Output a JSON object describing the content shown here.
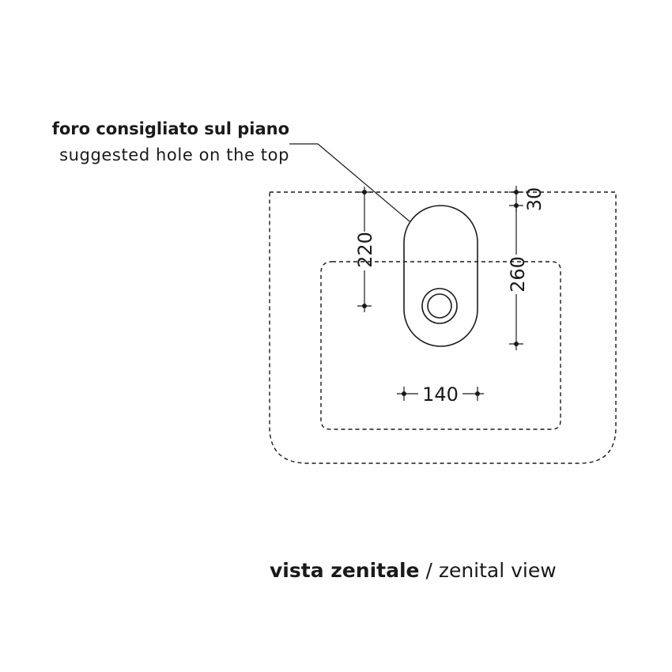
{
  "callout": {
    "title_it": "foro consigliato sul piano",
    "title_en": "suggested hole on the top"
  },
  "dimensions": {
    "height_hole": "220",
    "top_offset": "30",
    "total_depth": "260",
    "width": "140"
  },
  "caption": {
    "it": "vista zenitale",
    "separator": " / ",
    "en": "zenital view"
  },
  "colors": {
    "ink": "#1a1a1a",
    "background": "#ffffff"
  }
}
